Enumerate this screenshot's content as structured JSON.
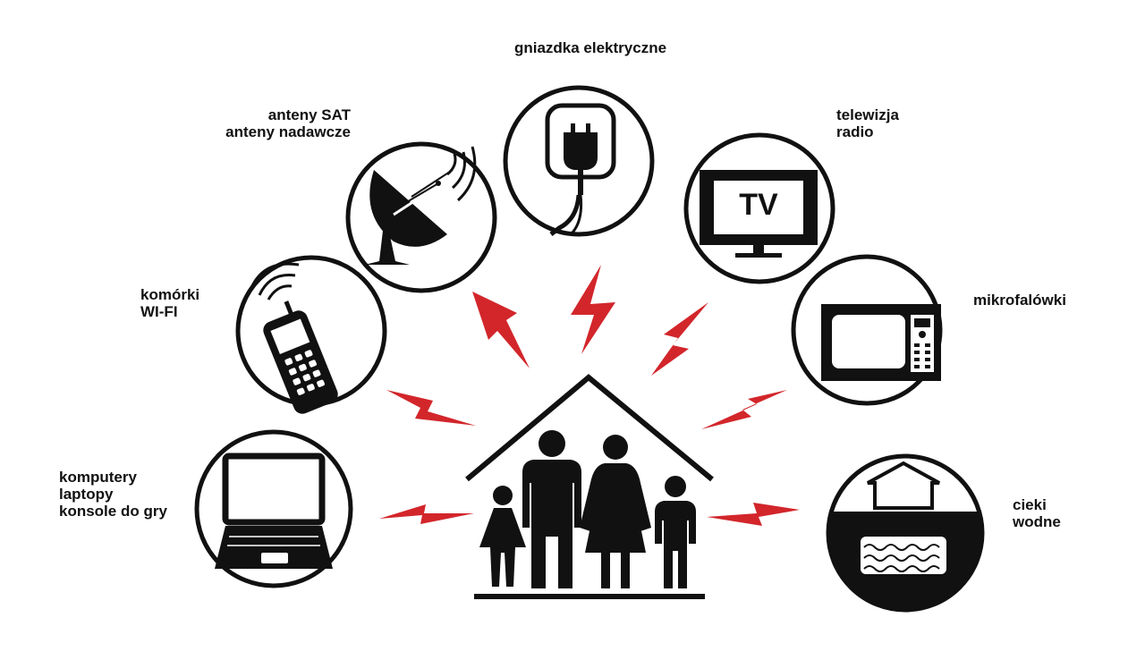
{
  "labels": {
    "sockets": [
      "gniazdka elektryczne"
    ],
    "antennas": [
      "anteny SAT",
      "anteny nadawcze"
    ],
    "tv": [
      "telewizja",
      "radio"
    ],
    "phones": [
      "komórki",
      "WI-FI"
    ],
    "microwave": [
      "mikrofalówki"
    ],
    "computers": [
      "komputery",
      "laptopy",
      "konsole do gry"
    ],
    "water": [
      "cieki",
      "wodne"
    ]
  },
  "tv_screen_text": "TV",
  "colors": {
    "ink": "#111111",
    "lightning": "#d2262b",
    "background": "#ffffff"
  }
}
